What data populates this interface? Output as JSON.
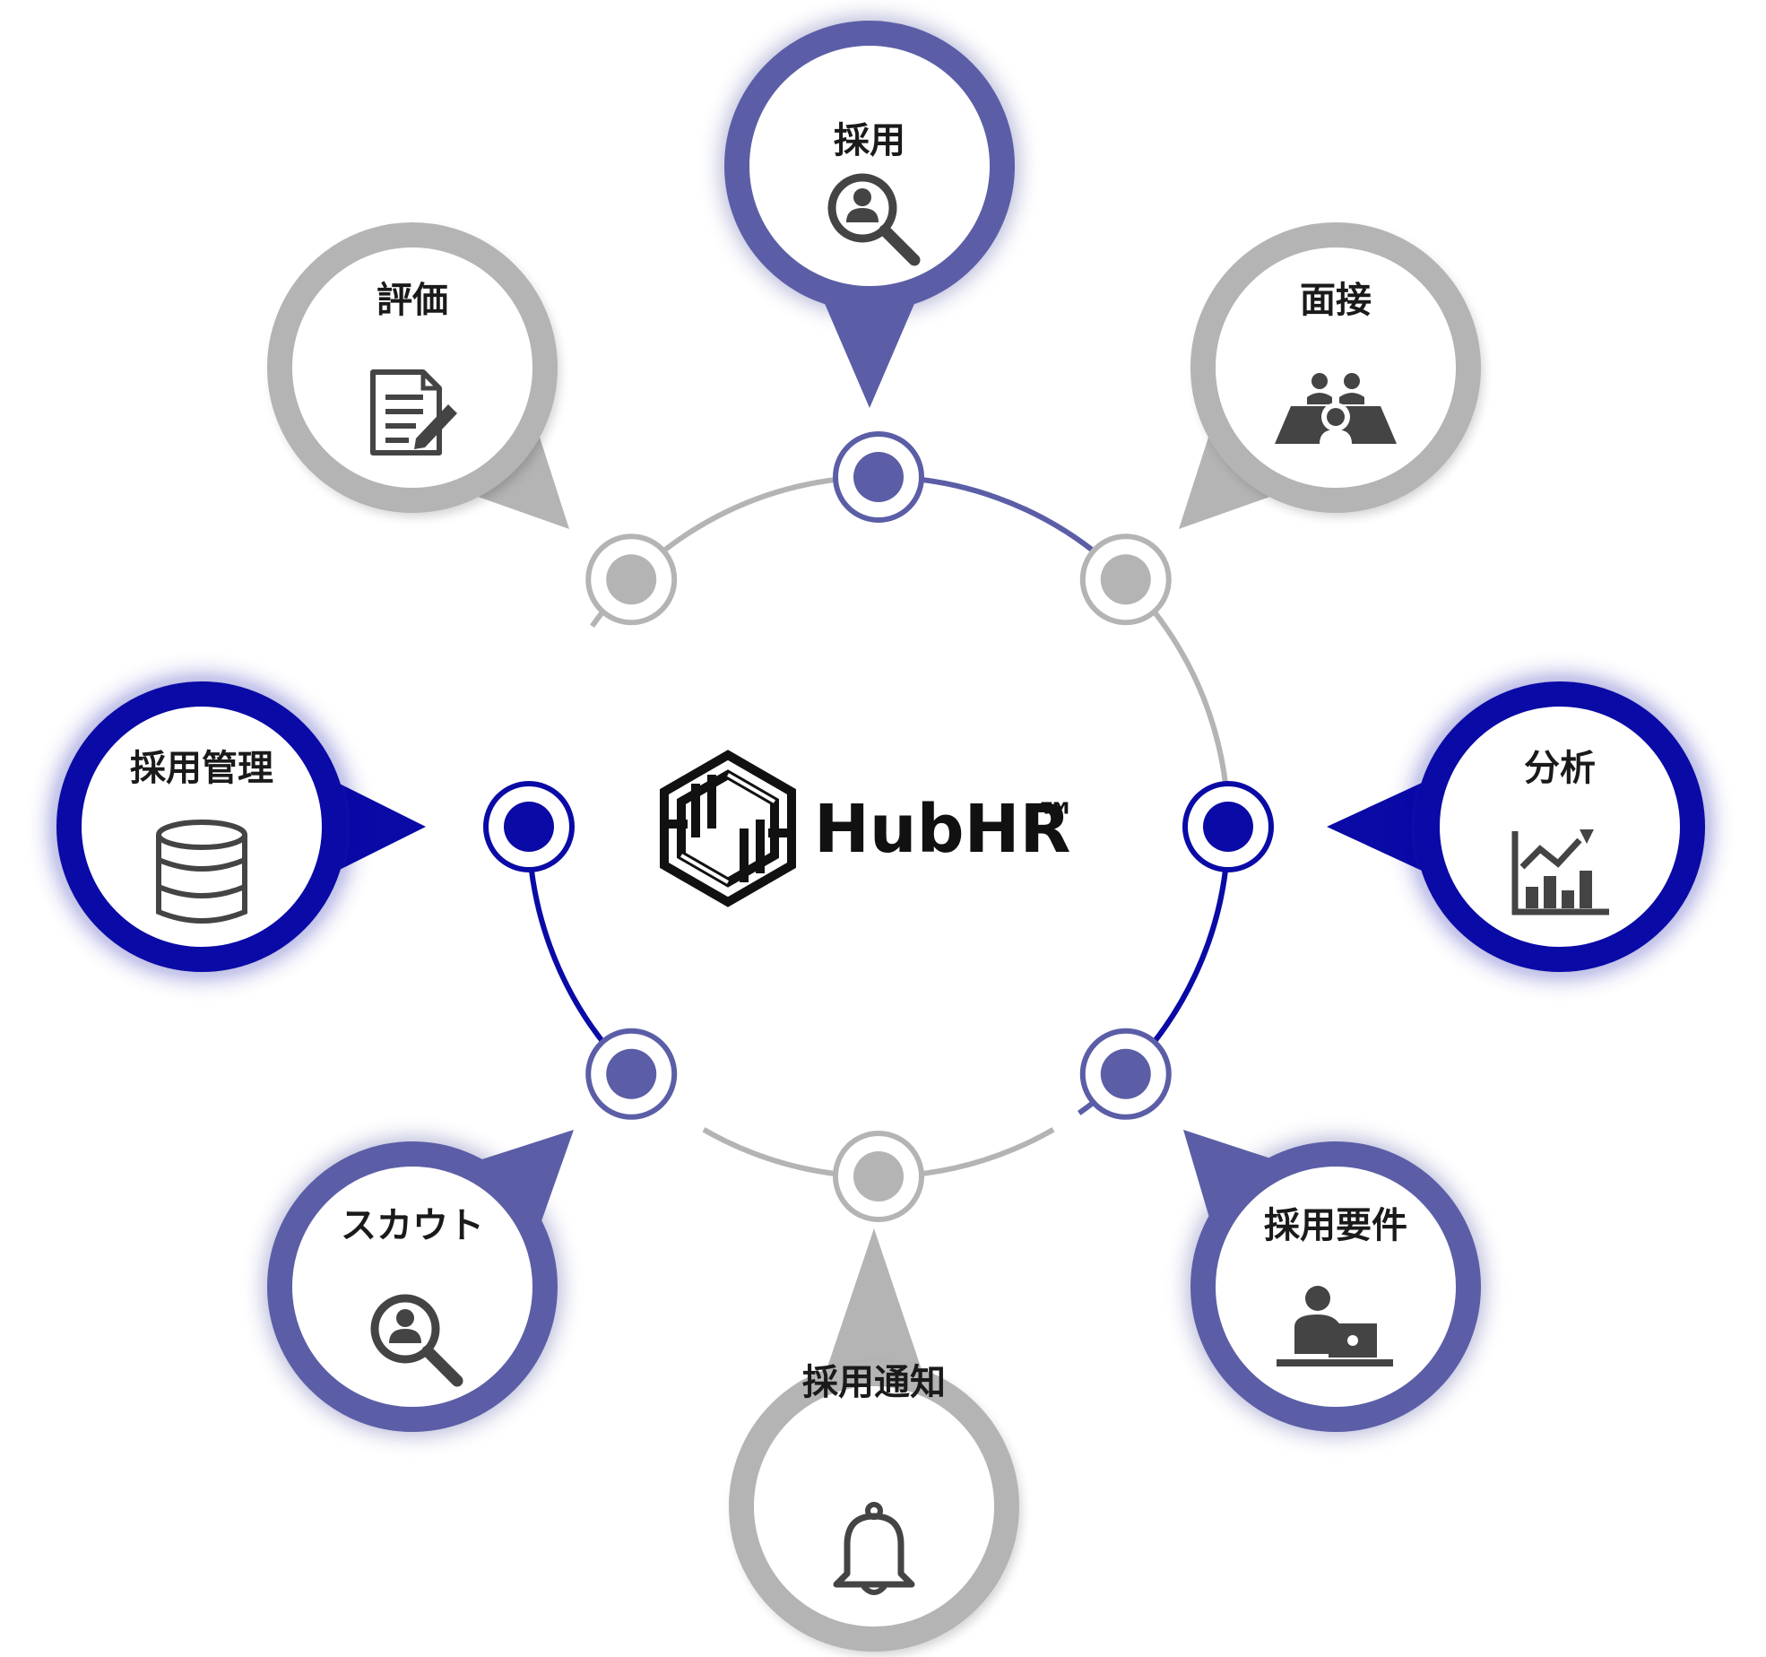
{
  "brand": {
    "name": "HubHR",
    "tm": "™",
    "icon": "hubhr-logo-icon"
  },
  "colors": {
    "navy": "#0a0aa6",
    "purple": "#5b5ea6",
    "gray": "#b4b4b4",
    "icon": "#444444"
  },
  "nodes": [
    {
      "id": "saiyo",
      "label": "採用",
      "icon": "person-search-icon",
      "color": "purple"
    },
    {
      "id": "mensetsu",
      "label": "面接",
      "icon": "interview-icon",
      "color": "gray"
    },
    {
      "id": "bunseki",
      "label": "分析",
      "icon": "bar-chart-icon",
      "color": "navy"
    },
    {
      "id": "saiyo-yoken",
      "label": "採用要件",
      "icon": "laptop-user-icon",
      "color": "purple"
    },
    {
      "id": "saiyo-tsuchi",
      "label": "採用通知",
      "icon": "bell-icon",
      "color": "gray"
    },
    {
      "id": "scout",
      "label": "スカウト",
      "icon": "scout-search-icon",
      "color": "purple"
    },
    {
      "id": "saiyo-kanri",
      "label": "採用管理",
      "icon": "database-icon",
      "color": "navy"
    },
    {
      "id": "hyoka",
      "label": "評価",
      "icon": "document-edit-icon",
      "color": "gray"
    }
  ]
}
